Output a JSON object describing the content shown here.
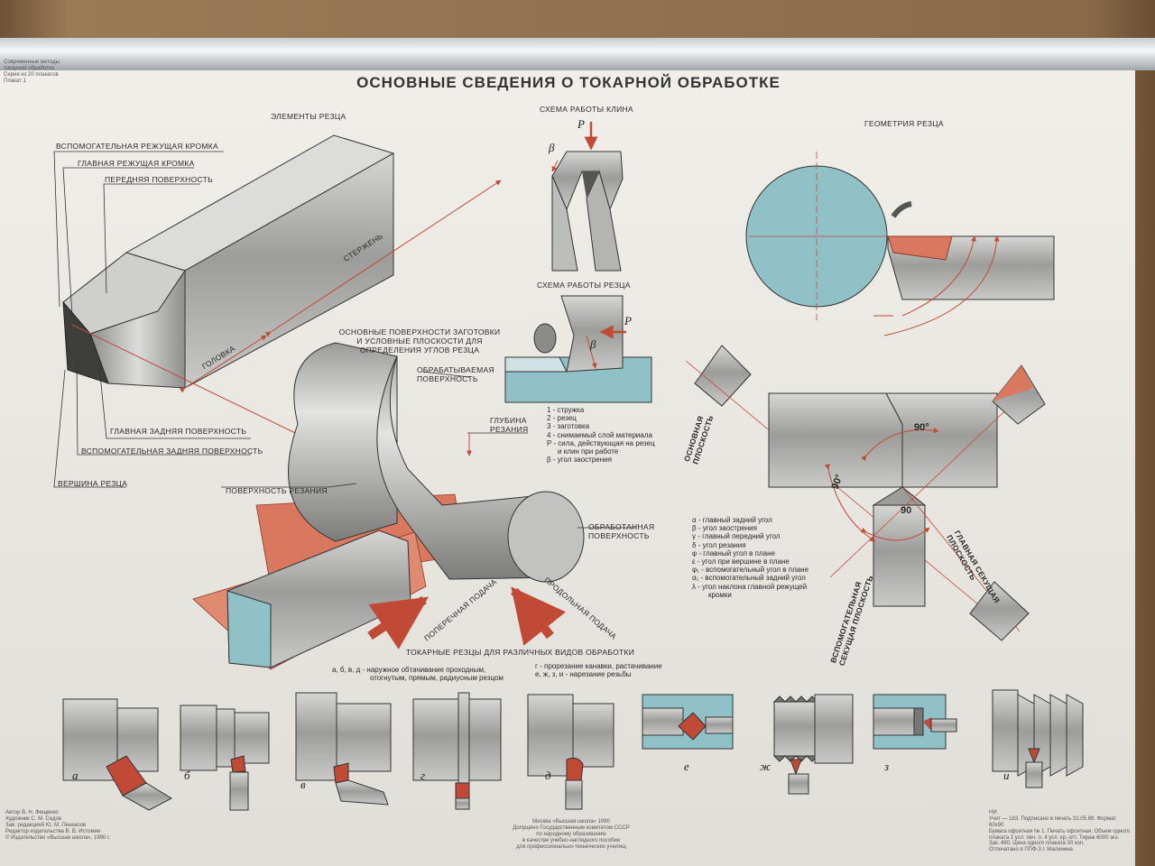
{
  "poster": {
    "top_left_note": [
      "Современные методы",
      "токарной обработки",
      "Серия из 20 плакатов",
      "Плакат 1"
    ],
    "title": "ОСНОВНЫЕ СВЕДЕНИЯ О ТОКАРНОЙ ОБРАБОТКЕ"
  },
  "elements": {
    "heading": "ЭЛЕМЕНТЫ РЕЗЦА",
    "labels": {
      "aux_edge": "ВСПОМОГАТЕЛЬНАЯ РЕЖУЩАЯ КРОМКА",
      "main_edge": "ГЛАВНАЯ РЕЖУЩАЯ КРОМКА",
      "front_face": "ПЕРЕДНЯЯ ПОВЕРХНОСТЬ",
      "main_back": "ГЛАВНАЯ ЗАДНЯЯ ПОВЕРХНОСТЬ",
      "aux_back": "ВСПОМОГАТЕЛЬНАЯ ЗАДНЯЯ ПОВЕРХНОСТЬ",
      "tip": "ВЕРШИНА РЕЗЦА",
      "head": "ГОЛОВКА",
      "shank": "СТЕРЖЕНЬ"
    }
  },
  "wedge": {
    "heading": "СХЕМА РАБОТЫ КЛИНА",
    "cutter_heading": "СХЕМА РАБОТЫ РЕЗЦА",
    "p": "P",
    "beta": "β",
    "legend": [
      "1 - стружка",
      "2 - резец",
      "3 - заготовка",
      "4 - снимаемый слой материала",
      "P - сила, действующая на резец",
      "и клин при работе",
      "β - угол заострения"
    ]
  },
  "workpiece": {
    "heading": [
      "ОСНОВНЫЕ ПОВЕРХНОСТИ ЗАГОТОВКИ",
      "И УСЛОВНЫЕ ПЛОСКОСТИ ДЛЯ",
      "ОПРЕДЕЛЕНИЯ УГЛОВ РЕЗЦА"
    ],
    "labels": {
      "machined_1": "ОБРАБАТЫВАЕМАЯ",
      "machined_2": "ПОВЕРХНОСТЬ",
      "depth_1": "ГЛУБИНА",
      "depth_2": "РЕЗАНИЯ",
      "cut_surface": "ПОВЕРХНОСТЬ РЕЗАНИЯ",
      "finished_1": "ОБРАБОТАННАЯ",
      "finished_2": "ПОВЕРХНОСТЬ",
      "cross_feed": "ПОПЕРЕЧНАЯ ПОДАЧА",
      "long_feed": "ПРОДОЛЬНАЯ ПОДАЧА"
    }
  },
  "geometry": {
    "heading": "ГЕОМЕТРИЯ РЕЗЦА",
    "main_plane": "ОСНОВНАЯ ПЛОСКОСТЬ",
    "main_secant": "ГЛАВНАЯ СЕКУЩАЯ ПЛОСКОСТЬ",
    "aux_secant": "ВСПОМОГАТЕЛЬНАЯ СЕКУЩАЯ ПЛОСКОСТЬ",
    "deg90": "90°",
    "deg90b": "90",
    "legend": [
      "α - главный задний угол",
      "β - угол заострения",
      "γ - главный передний угол",
      "δ - угол резания",
      "φ - главный угол в плане",
      "ε - угол при вершине в плане",
      "φ₁ - вспомогательный угол в плане",
      "α₁ - вспомогательный задний угол",
      "λ - угол наклона главной режущей",
      "кромки"
    ]
  },
  "tools": {
    "heading": "ТОКАРНЫЕ РЕЗЦЫ ДЛЯ РАЗЛИЧНЫХ ВИДОВ ОБРАБОТКИ",
    "desc_left_1": "а, б, в, д - наружное обтачивание проходным,",
    "desc_left_2": "отогнутым, прямым, радиусным резцом",
    "desc_right_1": "г - прорезание канавки, растачивание",
    "desc_right_2": "е, ж, з, и - нарезание резьбы",
    "letters": [
      "а",
      "б",
      "в",
      "г",
      "д",
      "е",
      "ж",
      "з",
      "и"
    ]
  },
  "footer": {
    "left": [
      "Автор В. Н. Фещенко",
      "Художник С. М. Седов",
      "Зав. редакцией Ю. М. Пенкасов",
      "Редактор издательства В. В. Истомин",
      "© Издательство «Высшая школа», 1990 г."
    ],
    "center": [
      "Москва «Высшая школа» 1990",
      "Допущено Государственным комитетом СССР",
      "по народному образованию",
      "в качестве учебно-наглядного пособия",
      "для профессионально-технических училищ"
    ],
    "right": [
      "НИ",
      "Учет — 183. Подписано в печать 31.05.89. Формат 60х90",
      "Бумага офсетная № 1. Печать офсетная. Объем одного",
      "плаката 1 усл. печ. л. 4 усл. кр.-отт. Тираж 6000 экз.",
      "Зак. 490. Цена одного плаката 30 коп.",
      "Отпечатано в ППФ-3 г. Малинина"
    ]
  },
  "colors": {
    "paper": "#efece6",
    "accent_red": "#c14a36",
    "steel": "#a9aaa8",
    "workpiece_blue": "#8fc1c7"
  }
}
